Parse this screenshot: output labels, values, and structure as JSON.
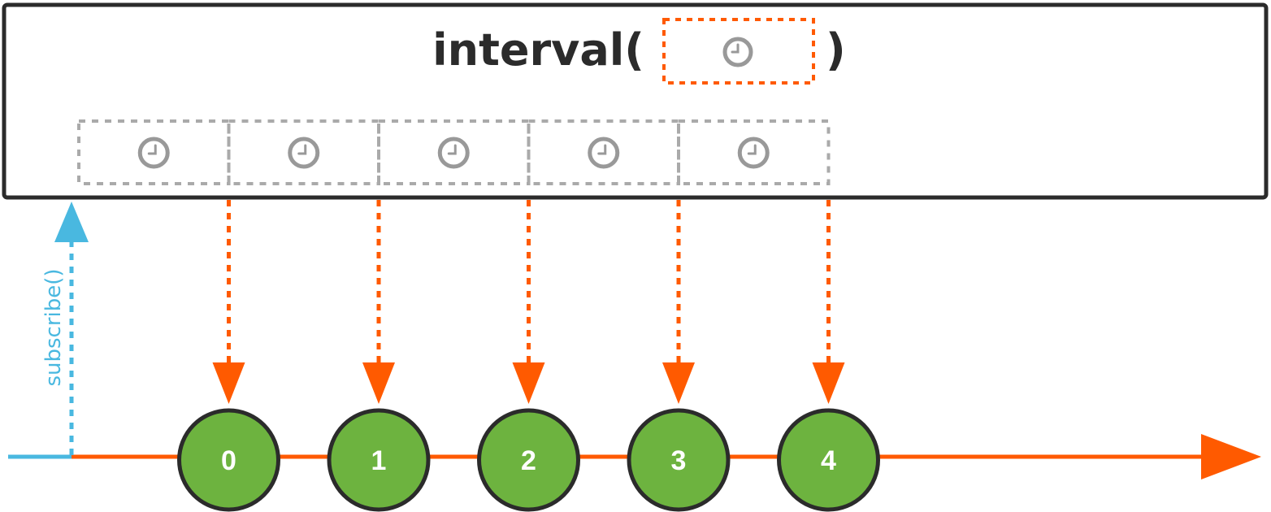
{
  "operator": {
    "name": "interval(",
    "close_paren": ")",
    "argument_icon": "clock-icon"
  },
  "timer_icon": "clock-icon",
  "subscribe_label": "subscribe()",
  "emissions": [
    "0",
    "1",
    "2",
    "3",
    "4"
  ],
  "colors": {
    "frame": "#2b2b2b",
    "emission_arrow": "#ff5a00",
    "timeline": "#ff5a00",
    "subscribe": "#49b8e0",
    "marble_fill": "#6db33f",
    "marble_stroke": "#2b2b2b",
    "timer_box": "#aaaaaa",
    "clock": "#999999"
  }
}
